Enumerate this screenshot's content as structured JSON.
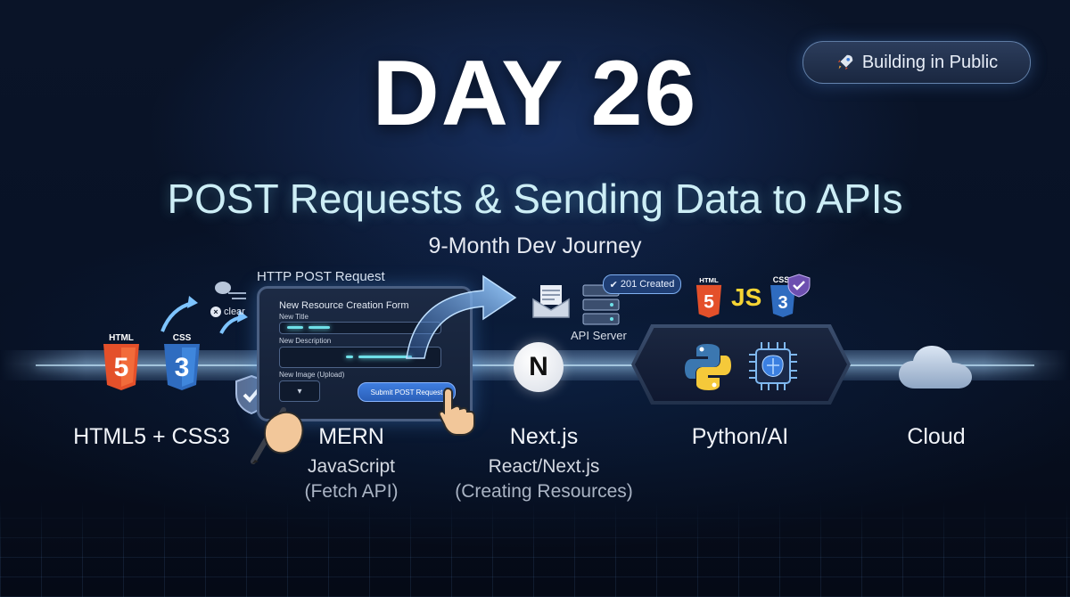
{
  "badge": {
    "label": "Building in Public",
    "icon": "rocket-icon"
  },
  "title": "DAY 26",
  "subtitle": "POST Requests & Sending Data to APIs",
  "journey": "9-Month Dev Journey",
  "form": {
    "header": "HTTP POST Request",
    "title": "New Resource Creation Form",
    "field_title": "New Title",
    "field_description": "New Description",
    "field_image": "New Image (Upload)",
    "submit": "Submit POST Request",
    "clear": "clear"
  },
  "api": {
    "status": "201 Created",
    "server_label": "API Server"
  },
  "logos": {
    "html": "HTML",
    "html_num": "5",
    "css": "CSS",
    "css_num": "3",
    "js": "JS",
    "next": "N"
  },
  "stages": [
    {
      "label": "HTML5 + CSS3"
    },
    {
      "label": "MERN",
      "sub1": "JavaScript",
      "sub2": "(Fetch API)"
    },
    {
      "label": "Next.js",
      "sub1": "React/Next.js",
      "sub2": "(Creating Resources)"
    },
    {
      "label": "Python/AI"
    },
    {
      "label": "Cloud"
    }
  ],
  "colors": {
    "background": "#070d1c",
    "html_orange": "#e4502a",
    "css_blue": "#2f6cc0",
    "js_yellow": "#f6d434",
    "accent_cyan": "#6fe0e8"
  }
}
